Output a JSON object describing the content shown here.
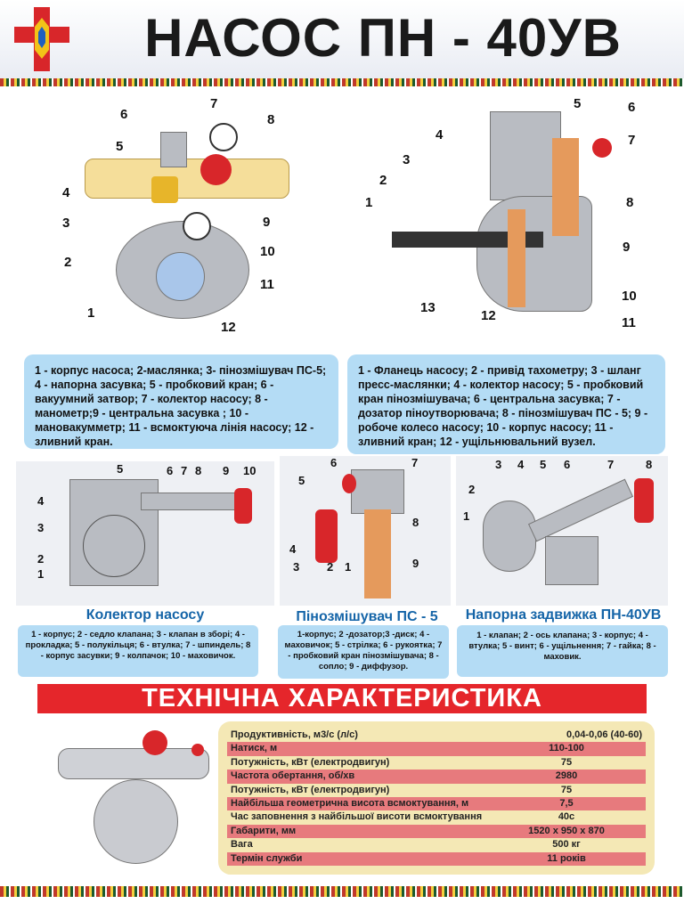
{
  "header": {
    "title": "НАСОС ПН - 40УВ"
  },
  "diagram1": {
    "labels": [
      "6",
      "7",
      "8",
      "5",
      "4",
      "3",
      "9",
      "2",
      "10",
      "11",
      "1",
      "12"
    ]
  },
  "diagram2": {
    "labels": [
      "5",
      "6",
      "4",
      "7",
      "3",
      "2",
      "8",
      "1",
      "9",
      "13",
      "12",
      "10",
      "11"
    ]
  },
  "legend1": "1 - корпус насоса; 2-маслянка; 3- пінозмішувач ПС-5; 4 - напорна засувка; 5 - пробковий кран; 6 - вакуумний затвор; 7 - колектор насосу; 8 - манометр;9 - центральна засувка ; 10 - мановакумметр; 11 - всмоктуюча лінія насосу; 12 - зливний кран.",
  "legend2": "1 - Фланець насосу; 2 - привід тахометру; 3 - шланг пресс-маслянки; 4 - колектор насосу; 5 - пробковий кран пінозмішувача; 6 - центральна засувка; 7 - дозатор піноутворювача; 8 - пінозмішувач ПС - 5; 9 - робоче колесо насосу; 10 - корпус насосу; 11 - зливний кран; 12 - ущільнювальний вузел.",
  "collector": {
    "caption": "Колектор насосу",
    "labels": [
      "5",
      "6",
      "7",
      "8",
      "9",
      "10",
      "4",
      "3",
      "2",
      "1"
    ],
    "legend": "1 - корпус; 2 - седло клапана; 3 - клапан в зборі; 4 - прокладка; 5 - полукільця; 6 - втулка; 7 - шпиндель; 8 - корпус засувки; 9 - колпачок; 10 - маховичок."
  },
  "foam_mixer": {
    "caption": "Пінозмішувач ПС - 5",
    "labels": [
      "6",
      "7",
      "5",
      "8",
      "4",
      "3",
      "2",
      "1",
      "9"
    ],
    "legend": "1-корпус; 2 -дозатор;3 -диск; 4 - маховичок; 5 - стрілка; 6 - рукоятка; 7 - пробковий кран пінозмішувача; 8 - сопло; 9 - диффузор."
  },
  "valve": {
    "caption": "Напорна задвижка ПН-40УВ",
    "labels": [
      "3",
      "4",
      "5",
      "6",
      "7",
      "8",
      "2",
      "1"
    ],
    "legend": "1 - клапан; 2 - ось клапана; 3 - корпус; 4 - втулка; 5 - винт; 6 - ущільнення; 7 - гайка; 8 - маховик."
  },
  "specs": {
    "title": "ТЕХНІЧНА ХАРАКТЕРИСТИКА",
    "rows": [
      {
        "name": "Продуктивність, м3/с (л/с)",
        "value": "0,04-0,06 (40-60)"
      },
      {
        "name": "Натиск, м",
        "value": "110-100"
      },
      {
        "name": "Потужність, кВт (електродвигун)",
        "value": "75"
      },
      {
        "name": "Частота обертання, об/хв",
        "value": "2980"
      },
      {
        "name": "Потужність, кВт (електродвигун)",
        "value": "75"
      },
      {
        "name": " Найбільша геометрична висота всмоктування, м",
        "value": "7,5"
      },
      {
        "name": " Час заповнення з найбільшої висоти всмоктування",
        "value": "40с"
      },
      {
        "name": " Габарити, мм",
        "value": "1520 х 950 х 870"
      },
      {
        "name": " Вага",
        "value": "500 кг"
      },
      {
        "name": " Термін служби",
        "value": "11 років"
      }
    ]
  },
  "colors": {
    "accent_red": "#e5262b",
    "caption_blue": "#1565a8",
    "legend_bg": "#b4dcf5"
  }
}
